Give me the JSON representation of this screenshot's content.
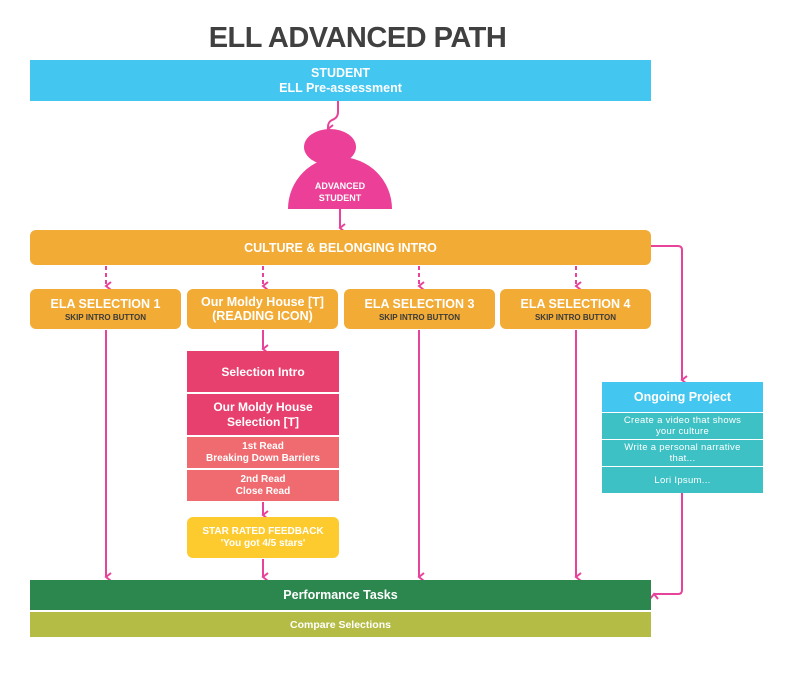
{
  "title": "ELL ADVANCED PATH",
  "student_box": {
    "line1": "STUDENT",
    "line2": "ELL Pre-assessment"
  },
  "student_icon": {
    "line1": "ADVANCED",
    "line2": "STUDENT"
  },
  "culture_intro": "CULTURE & BELONGING INTRO",
  "selections": [
    {
      "label": "ELA SELECTION 1",
      "sub": "SKIP INTRO BUTTON"
    },
    {
      "label": "Our Moldy House [T]",
      "sub": "(READING ICON)"
    },
    {
      "label": "ELA SELECTION 3",
      "sub": "SKIP INTRO BUTTON"
    },
    {
      "label": "ELA SELECTION 4",
      "sub": "SKIP INTRO BUTTON"
    }
  ],
  "moldy_steps": [
    {
      "line1": "Selection Intro"
    },
    {
      "line1": "Our Moldy House",
      "line2": "Selection [T]"
    },
    {
      "line1": "1st Read",
      "line2": "Breaking Down Barriers"
    },
    {
      "line1": "2nd Read",
      "line2": "Close Read"
    }
  ],
  "feedback": {
    "line1": "STAR RATED FEEDBACK",
    "line2": "'You got 4/5 stars'"
  },
  "ongoing_project": {
    "header": "Ongoing Project",
    "items": [
      {
        "line1": "Create a video that shows",
        "line2": "your culture"
      },
      {
        "line1": "Write a personal narrative",
        "line2": "that..."
      },
      {
        "line1": "Lori Ipsum..."
      }
    ]
  },
  "performance_tasks": "Performance Tasks",
  "compare_selections": "Compare Selections",
  "colors": {
    "connector": "#e8439a",
    "student": "#43c6ef",
    "orange": "#f2ab35",
    "icon_pink": "#ec3f97",
    "step_pink": "#e8406e",
    "step_salmon": "#ef6b6f",
    "feedback_yellow": "#fdcb2e",
    "teal": "#3dc1c4",
    "green": "#2c874f",
    "olive": "#b4bc45"
  }
}
